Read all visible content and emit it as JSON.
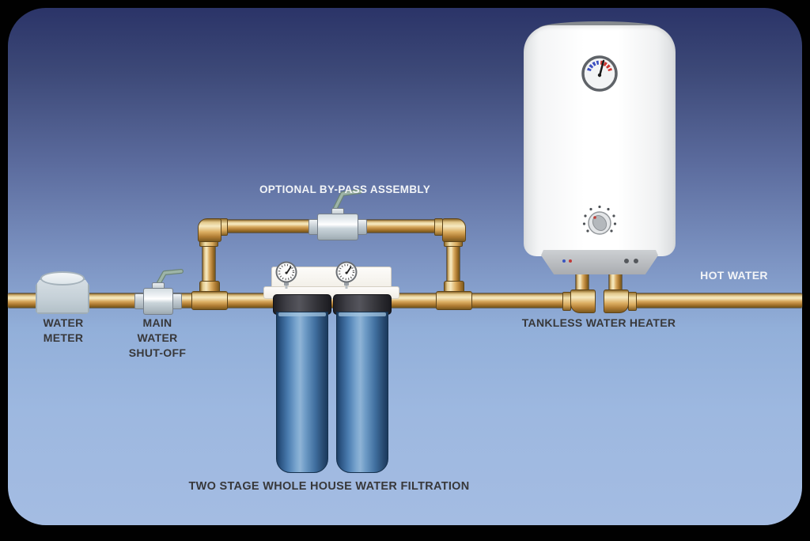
{
  "diagram": {
    "type": "plumbing-schematic",
    "labels": {
      "water_meter": "WATER\nMETER",
      "main_shutoff": "MAIN\nWATER\nSHUT-OFF",
      "bypass": "OPTIONAL BY-PASS ASSEMBLY",
      "filtration": "TWO STAGE WHOLE HOUSE WATER FILTRATION",
      "tankless_heater": "TANKLESS WATER HEATER",
      "hot_water": "HOT WATER"
    },
    "components": [
      "water-meter",
      "main-water-shut-off-valve",
      "bypass-assembly-with-valve",
      "two-stage-filter-unit-with-pressure-gauges",
      "tankless-water-heater-with-temperature-gauge-and-knob",
      "copper-piping"
    ],
    "palette": {
      "background_top": "#2b3468",
      "background_mid": "#7b92c1",
      "background_bottom": "#a4bce2",
      "pipe_copper": "#d8a95f",
      "pipe_highlight": "#f4e4b5",
      "pipe_shadow": "#85601f",
      "filter_body_blue": "#4a7cb0",
      "filter_cap": "#2c2c31",
      "bracket_white": "#f7f5f0",
      "valve_body": "#cfd8dd",
      "valve_handle_green": "#9db4a7",
      "heater_body": "#ffffff",
      "heater_base": "#aeb1b5",
      "gauge_cold_blue": "#3b4fc0",
      "gauge_hot_red": "#cf3630",
      "label_dark": "#38383a",
      "label_light": "#f2f4f7"
    }
  }
}
